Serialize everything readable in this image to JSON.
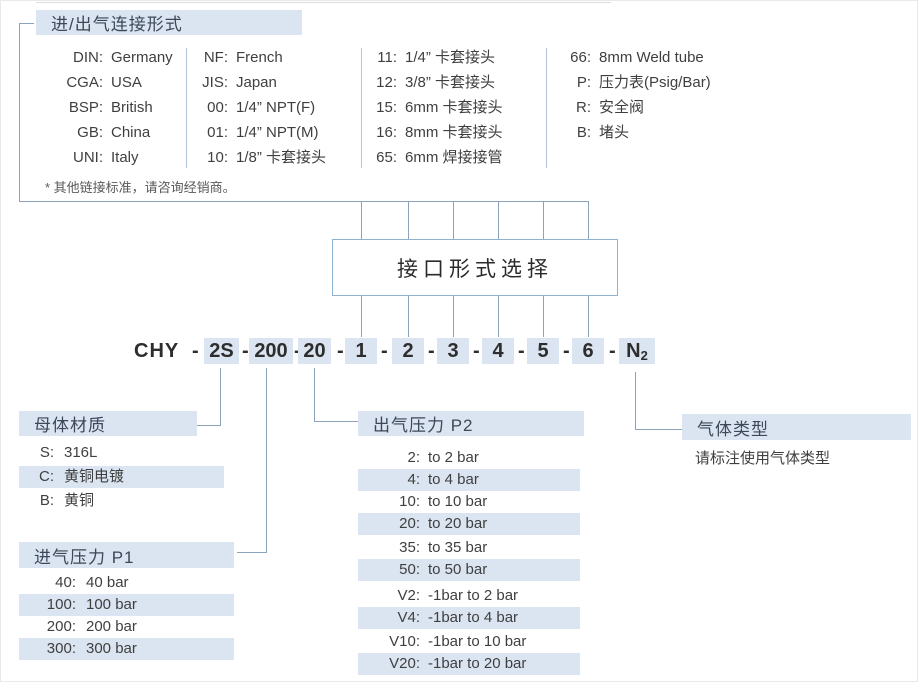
{
  "colors": {
    "highlight": "#dbe4f1",
    "connector_line": "#8ba3bd",
    "selector_border": "#8fb2d0",
    "body_text": "#3f3f3f",
    "code_text": "#2d2d2d"
  },
  "connection_box": {
    "title": "进/出气连接形式",
    "columns": [
      {
        "items": [
          {
            "code": "DIN:",
            "label": "Germany"
          },
          {
            "code": "CGA:",
            "label": "USA"
          },
          {
            "code": "BSP:",
            "label": "British"
          },
          {
            "code": "GB:",
            "label": "China"
          },
          {
            "code": "UNI:",
            "label": "Italy"
          }
        ]
      },
      {
        "items": [
          {
            "code": "NF:",
            "label": "French"
          },
          {
            "code": "JIS:",
            "label": "Japan"
          },
          {
            "code": "00:",
            "label": "1/4” NPT(F)"
          },
          {
            "code": "01:",
            "label": "1/4” NPT(M)"
          },
          {
            "code": "10:",
            "label": "1/8” 卡套接头"
          }
        ]
      },
      {
        "items": [
          {
            "code": "11:",
            "label": "1/4” 卡套接头"
          },
          {
            "code": "12:",
            "label": "3/8” 卡套接头"
          },
          {
            "code": "15:",
            "label": "6mm 卡套接头"
          },
          {
            "code": "16:",
            "label": "8mm 卡套接头"
          },
          {
            "code": "65:",
            "label": "6mm 焊接接管"
          }
        ]
      },
      {
        "items": [
          {
            "code": "66:",
            "label": "8mm Weld tube"
          },
          {
            "code": "P:",
            "label": "压力表(Psig/Bar)"
          },
          {
            "code": "R:",
            "label": "安全阀"
          },
          {
            "code": "B:",
            "label": "堵头"
          }
        ]
      }
    ],
    "footnote": "* 其他链接标准，请咨询经销商。"
  },
  "selector_box": {
    "label": "接口形式选择"
  },
  "model_code": {
    "prefix": "CHY",
    "dash": "-",
    "material": "2S",
    "inlet_pressure": "200",
    "outlet_pressure": "20",
    "ports": [
      "1",
      "2",
      "3",
      "4",
      "5",
      "6"
    ],
    "gas_main": "N",
    "gas_sub": "2"
  },
  "material_section": {
    "title": "母体材质",
    "items": [
      {
        "code": "S:",
        "label": "316L",
        "highlight": false
      },
      {
        "code": "C:",
        "label": "黄铜电镀",
        "highlight": true
      },
      {
        "code": "B:",
        "label": "黄铜",
        "highlight": false
      }
    ]
  },
  "inlet_section": {
    "title": "进气压力 P1",
    "items": [
      {
        "code": "40:",
        "label": "40 bar",
        "highlight": false
      },
      {
        "code": "100:",
        "label": "100 bar",
        "highlight": true
      },
      {
        "code": "200:",
        "label": "200 bar",
        "highlight": false
      },
      {
        "code": "300:",
        "label": "300 bar",
        "highlight": true
      }
    ]
  },
  "outlet_section": {
    "title": "出气压力 P2",
    "items": [
      {
        "code": "2:",
        "label": "to 2 bar",
        "highlight": false
      },
      {
        "code": "4:",
        "label": "to 4 bar",
        "highlight": true
      },
      {
        "code": "10:",
        "label": "to 10 bar",
        "highlight": false
      },
      {
        "code": "20:",
        "label": "to 20 bar",
        "highlight": true
      },
      {
        "code": "35:",
        "label": "to 35 bar",
        "highlight": false
      },
      {
        "code": "50:",
        "label": "to 50 bar",
        "highlight": true
      },
      {
        "code": "V2:",
        "label": "-1bar to 2 bar",
        "highlight": false
      },
      {
        "code": "V4:",
        "label": "-1bar to 4 bar",
        "highlight": true
      },
      {
        "code": "V10:",
        "label": "-1bar to 10 bar",
        "highlight": false
      },
      {
        "code": "V20:",
        "label": "-1bar to 20 bar",
        "highlight": true
      }
    ]
  },
  "gas_section": {
    "title": "气体类型",
    "note": "请标注使用气体类型"
  }
}
